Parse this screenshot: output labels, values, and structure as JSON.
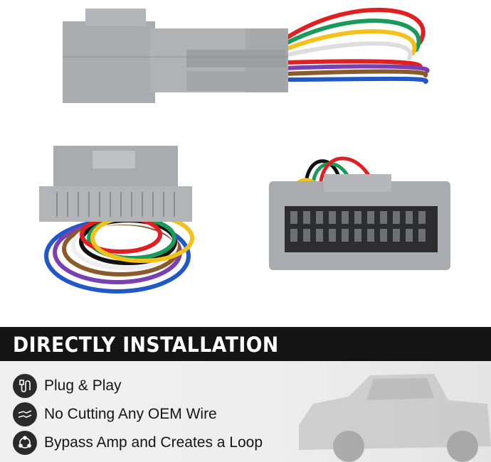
{
  "banner": {
    "title": "DIRECTLY INSTALLATION"
  },
  "features": [
    {
      "icon": "plug-icon",
      "label": "Plug & Play"
    },
    {
      "icon": "wire-no-cut-icon",
      "label": "No Cutting Any OEM Wire"
    },
    {
      "icon": "loop-icon",
      "label": "Bypass Amp and Creates a Loop"
    }
  ],
  "colors": {
    "banner": "#141414",
    "connector": "#a9abae",
    "wires": [
      "#e02020",
      "#f2c21a",
      "#ffffff",
      "#1a9a5a",
      "#2058c8",
      "#7a3fb0",
      "#8a5a2a",
      "#111111"
    ]
  }
}
